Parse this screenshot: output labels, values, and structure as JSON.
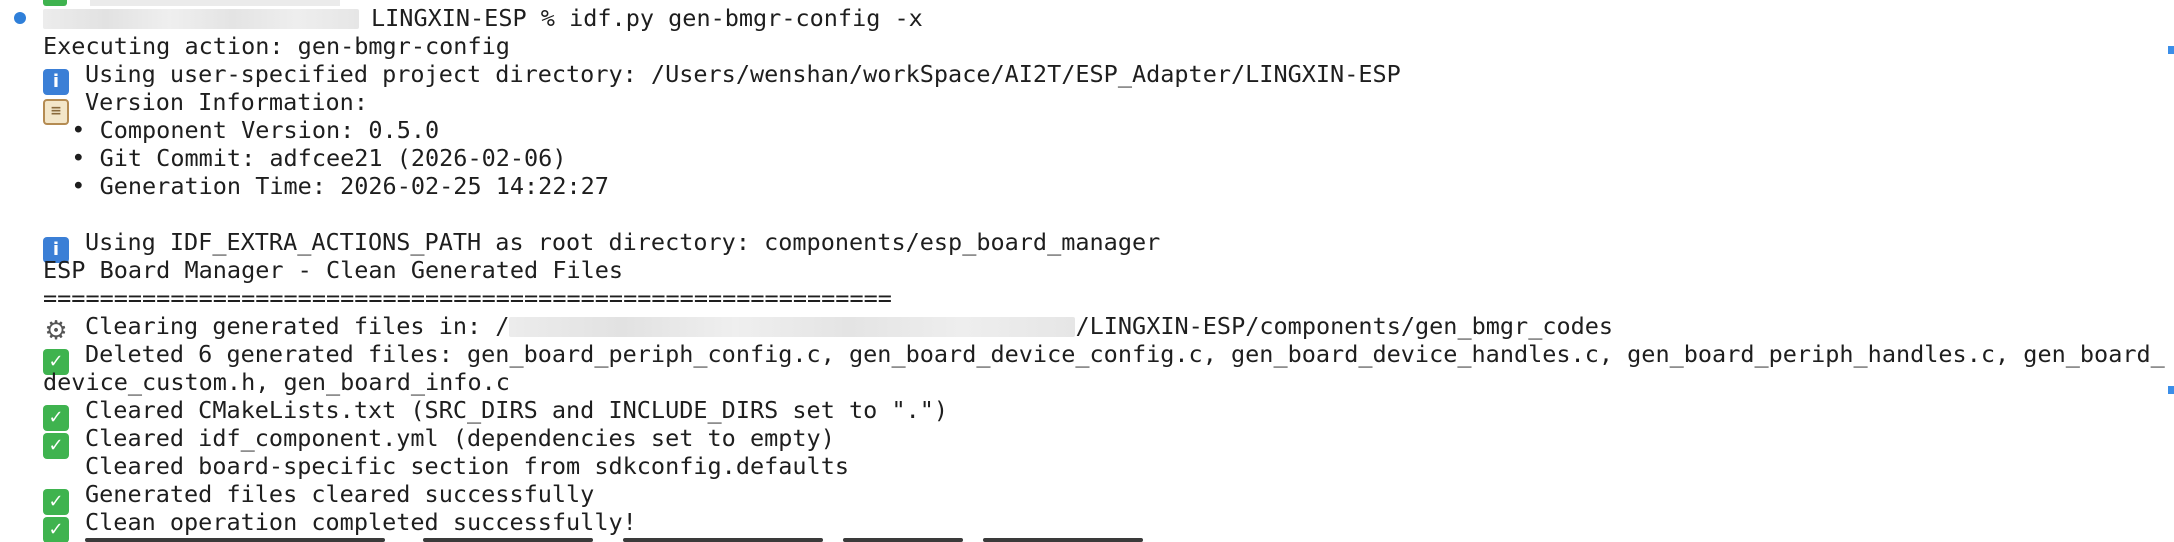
{
  "terminal": {
    "prompt_dir": "LINGXIN-ESP",
    "prompt_symbol": "%",
    "command": "idf.py gen-bmgr-config -x",
    "executing_line": "Executing action: gen-bmgr-config",
    "project_dir_line": "Using user-specified project directory: /Users/wenshan/workSpace/AI2T/ESP_Adapter/LINGXIN-ESP",
    "version_header": "Version Information:",
    "component_version": "  • Component Version: 0.5.0",
    "git_commit": "  • Git Commit: adfcee21 (2026-02-06)",
    "generation_time": "  • Generation Time: 2026-02-25 14:22:27",
    "root_dir_line": "Using IDF_EXTRA_ACTIONS_PATH as root directory: components/esp_board_manager",
    "manager_title": "ESP Board Manager - Clean Generated Files",
    "separator": "============================================================",
    "clearing_prefix": "Clearing generated files in: /",
    "clearing_suffix": "/LINGXIN-ESP/components/gen_bmgr_codes",
    "deleted_line": "Deleted 6 generated files: gen_board_periph_config.c, gen_board_device_config.c, gen_board_device_handles.c, gen_board_periph_handles.c, gen_board_",
    "deleted_cont": "device_custom.h, gen_board_info.c",
    "cmake_line": "Cleared CMakeLists.txt (SRC_DIRS and INCLUDE_DIRS set to \".\")",
    "idf_comp_line": "Cleared idf_component.yml (dependencies set to empty)",
    "sdkconfig_line": "Cleared board-specific section from sdkconfig.defaults",
    "generated_cleared_line": "Generated files cleared successfully",
    "clean_done_line": "Clean operation completed successfully!"
  },
  "icons": {
    "info": "information-icon",
    "clipboard": "clipboard-icon",
    "gear": "gear-icon",
    "check": "check-mark-icon"
  },
  "colors": {
    "background": "#ffffff",
    "text": "#1e1e1e",
    "prompt_dot": "#2f7fd9",
    "check_green": "#3fb34f",
    "info_blue": "#3b7fd6",
    "scroll_marker": "#3b8ee8"
  }
}
